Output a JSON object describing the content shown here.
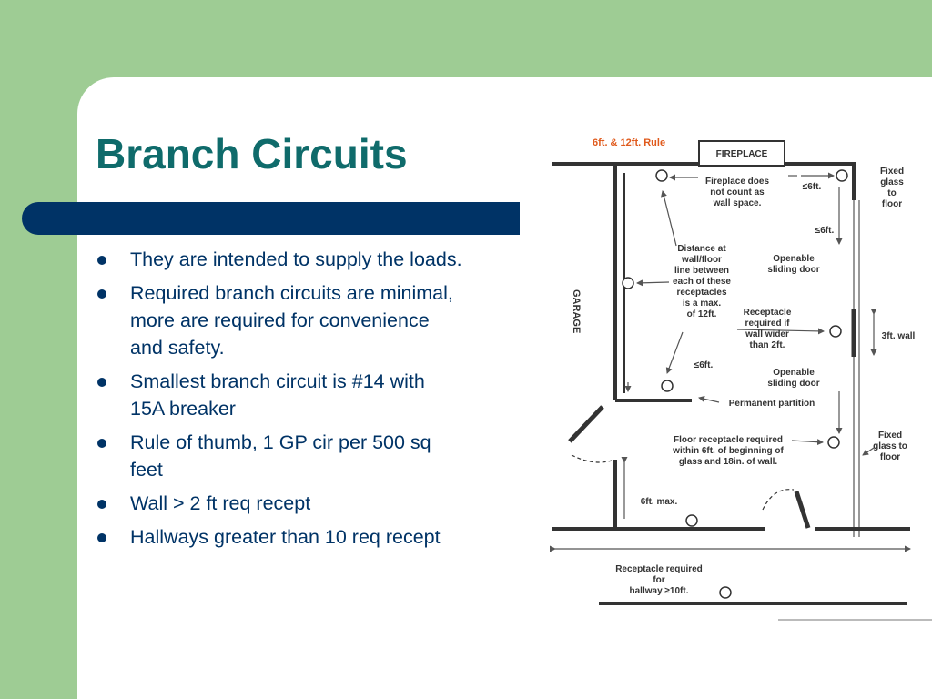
{
  "slide": {
    "title": "Branch Circuits",
    "bullets": [
      [
        "They are intended to supply the loads."
      ],
      [
        "Required branch circuits are minimal,",
        "more are required for convenience",
        "and safety."
      ],
      [
        "Smallest branch circuit is #14 with",
        "15A breaker"
      ],
      [
        "Rule of thumb, 1 GP cir per 500 sq",
        "feet"
      ],
      [
        "Wall > 2 ft req recept"
      ],
      [
        "Hallways greater than 10 req recept"
      ]
    ]
  },
  "figure": {
    "rule_title": "6ft. & 12ft. Rule",
    "fireplace": "FIREPLACE",
    "garage": "GARAGE",
    "fireplace_note": [
      "Fireplace does",
      "not count as",
      "wall space."
    ],
    "le6_top": "≤6ft.",
    "le6_right": "≤6ft.",
    "le6_mid": "≤6ft.",
    "fixed_glass_top": [
      "Fixed",
      "glass",
      "to",
      "floor"
    ],
    "distance_note": [
      "Distance at",
      "wall/floor",
      "line between",
      "each of these",
      "receptacles",
      "is a max.",
      "of 12ft."
    ],
    "openable_1": [
      "Openable",
      "sliding door"
    ],
    "receptacle_wide": [
      "Receptacle",
      "required if",
      "wall wider",
      "than 2ft."
    ],
    "wall_3ft": "3ft. wall",
    "openable_2": [
      "Openable",
      "sliding door"
    ],
    "partition": "Permanent partition",
    "floor_receptacle": [
      "Floor receptacle required",
      "within 6ft. of beginning of",
      "glass and 18in. of wall."
    ],
    "fixed_glass_bottom": [
      "Fixed",
      "glass to",
      "floor"
    ],
    "six_max": "6ft. max.",
    "hallway": [
      "Receptacle required",
      "for",
      "hallway ≥10ft."
    ],
    "colors": {
      "rule_title": "#e05a1c",
      "wall": "#333333",
      "slide_bg": "#9ecc94",
      "title": "#0f6b6b",
      "bar": "#003366"
    }
  }
}
